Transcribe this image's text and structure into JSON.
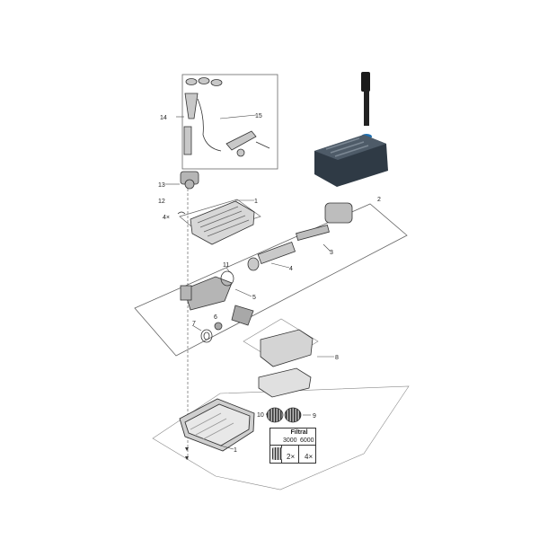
{
  "labels": {
    "p1": "1",
    "p1b": "1",
    "p2": "2",
    "p3": "3",
    "p4": "4",
    "p5": "5",
    "p6": "6",
    "p7": "7",
    "p8": "8",
    "p9": "9",
    "p10": "10",
    "p11": "11",
    "p12": "12",
    "p13": "13",
    "p14": "14",
    "p15": "15",
    "qty12": "4×"
  },
  "table": {
    "title": "Filtral",
    "col1": "3000",
    "col2": "6000",
    "val1": "2×",
    "val2": "4×"
  },
  "colors": {
    "line": "#444444",
    "part": "#9a9a9a",
    "product_body": "#2f3a45",
    "product_accent": "#1f6fb0"
  }
}
